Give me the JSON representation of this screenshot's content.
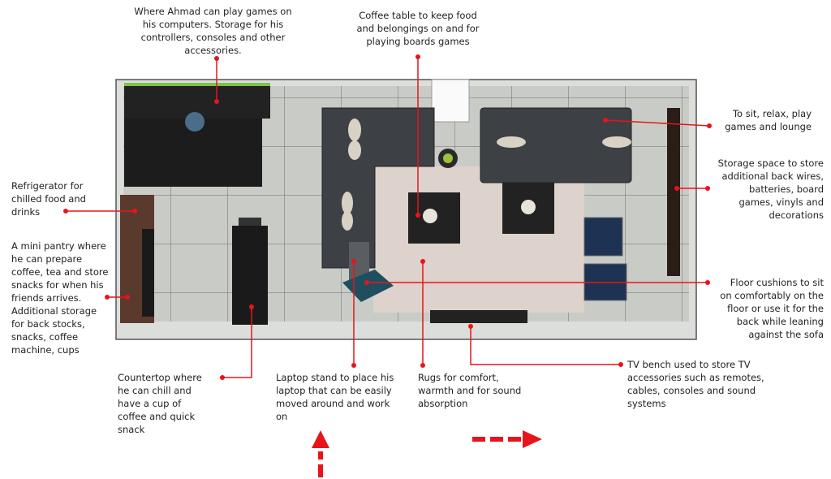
{
  "title": "Gaming lounge floor plan annotations",
  "annotations": {
    "gaming_desk": "Where Ahmad can play games on\nhis computers. Storage for his\ncontrollers, consoles and other\naccessories.",
    "coffee_table": "Coffee table to keep food\nand belongings on and for\nplaying boards games",
    "sofa": "To sit, relax, play\ngames and lounge",
    "storage": "Storage space to store\nadditional back wires,\nbatteries, board\ngames, vinyls and\ndecorations",
    "refrigerator": "Refrigerator for\nchilled food and\ndrinks",
    "pantry": "A mini pantry where\nhe can prepare\ncoffee, tea and store\nsnacks for when his\nfriends arrives.\nAdditional storage\nfor back stocks,\nsnacks, coffee\nmachine, cups",
    "floor_cushions": "Floor cushions to sit\non comfortably on the\nfloor or use it for the\nback while leaning\nagainst the sofa",
    "countertop": "Countertop where\nhe can chill and\nhave a cup of\ncoffee and quick\nsnack",
    "laptop_stand": "Laptop stand to place his\nlaptop that can be easily\nmoved around and work\non",
    "rugs": "Rugs for comfort,\nwarmth and for sound\nabsorption",
    "tv_bench": "TV bench used to store TV\naccessories such as remotes,\ncables, consoles and sound\nsystems"
  },
  "colors": {
    "pointer": "#e8141b",
    "floor": "#c9ccc6",
    "sofa": "#3d4045",
    "rug": "#ddd3cc",
    "wood": "#5a3a2c",
    "armchair": "#1e3353",
    "cushion": "#1f4f5f"
  }
}
